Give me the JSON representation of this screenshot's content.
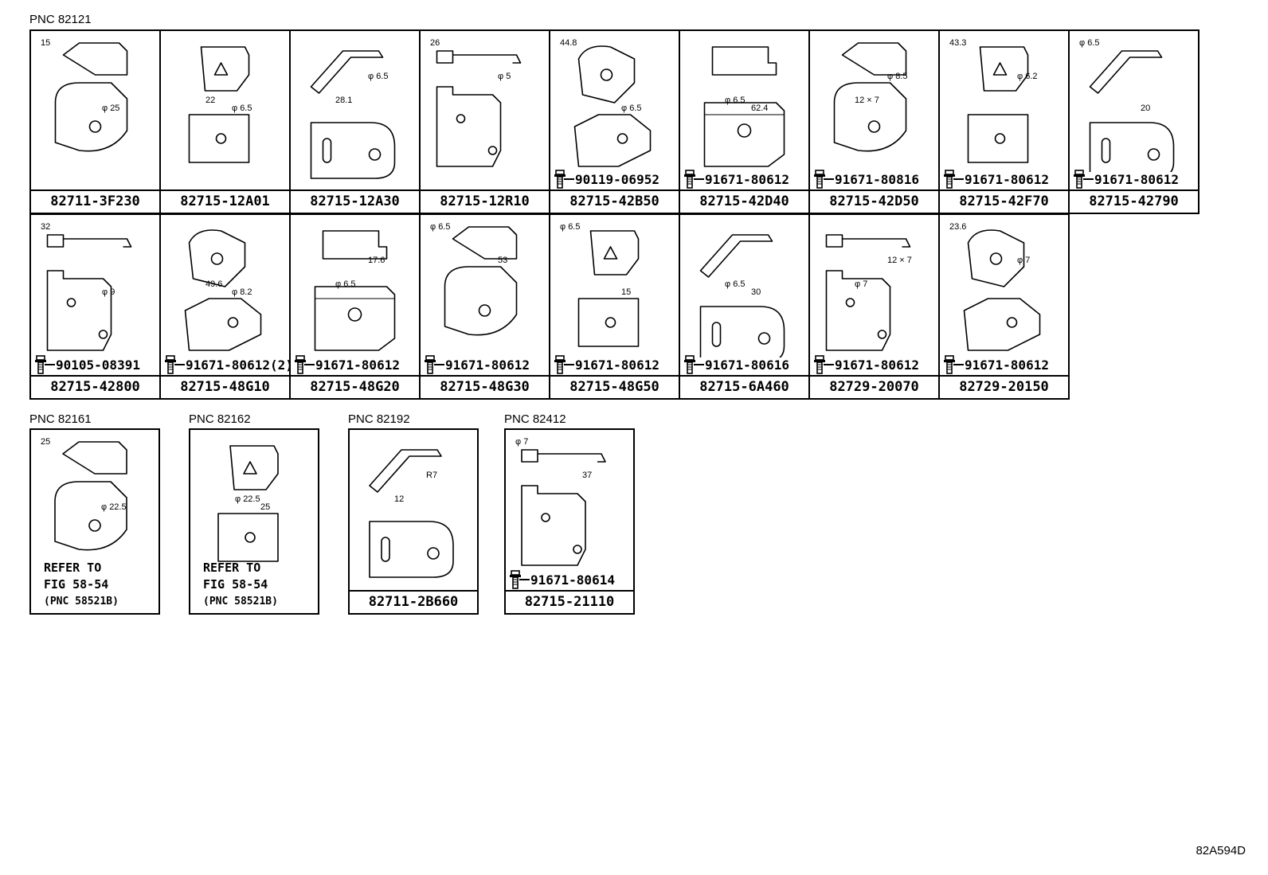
{
  "pnc_groups": {
    "g82121": "PNC 82121",
    "g82161": "PNC 82161",
    "g82162": "PNC 82162",
    "g82192": "PNC 82192",
    "g82412": "PNC 82412"
  },
  "row1": [
    {
      "part": "82711-3F230",
      "bolt": "",
      "dims": [
        "15",
        "φ 25"
      ]
    },
    {
      "part": "82715-12A01",
      "bolt": "",
      "dims": [
        "φ 6.5",
        "22"
      ]
    },
    {
      "part": "82715-12A30",
      "bolt": "",
      "dims": [
        "28.1",
        "φ 6.5"
      ]
    },
    {
      "part": "82715-12R10",
      "bolt": "",
      "dims": [
        "φ 5",
        "26"
      ]
    },
    {
      "part": "82715-42B50",
      "bolt": "90119-06952",
      "dims": [
        "44.8",
        "φ 6.5"
      ]
    },
    {
      "part": "82715-42D40",
      "bolt": "91671-80612",
      "dims": [
        "62.4",
        "φ 6.5"
      ]
    },
    {
      "part": "82715-42D50",
      "bolt": "91671-80816",
      "dims": [
        "12 × 7",
        "φ 8.5"
      ]
    },
    {
      "part": "82715-42F70",
      "bolt": "91671-80612",
      "dims": [
        "φ 6.2",
        "43.3"
      ]
    },
    {
      "part": "82715-42790",
      "bolt": "91671-80612",
      "dims": [
        "φ 6.5",
        "20"
      ]
    }
  ],
  "row2": [
    {
      "part": "82715-42800",
      "bolt": "90105-08391",
      "dims": [
        "32",
        "φ 9"
      ]
    },
    {
      "part": "82715-48G10",
      "bolt": "91671-80612(2)",
      "dims": [
        "φ 8.2",
        "49.6"
      ]
    },
    {
      "part": "82715-48G20",
      "bolt": "91671-80612",
      "dims": [
        "φ 6.5",
        "17.6"
      ]
    },
    {
      "part": "82715-48G30",
      "bolt": "91671-80612",
      "dims": [
        "53",
        "φ 6.5"
      ]
    },
    {
      "part": "82715-48G50",
      "bolt": "91671-80612",
      "dims": [
        "φ 6.5",
        "15"
      ]
    },
    {
      "part": "82715-6A460",
      "bolt": "91671-80616",
      "dims": [
        "30",
        "φ 6.5"
      ]
    },
    {
      "part": "82729-20070",
      "bolt": "91671-80612",
      "dims": [
        "φ 7",
        "12 × 7"
      ]
    },
    {
      "part": "82729-20150",
      "bolt": "91671-80612",
      "dims": [
        "φ 7",
        "23.6"
      ]
    }
  ],
  "row3": [
    {
      "refer1": "REFER TO",
      "refer2": "FIG 58-54",
      "refer3": "(PNC 58521B)",
      "dims": [
        "25",
        "φ 22.5"
      ]
    },
    {
      "refer1": "REFER TO",
      "refer2": "FIG 58-54",
      "refer3": "(PNC 58521B)",
      "dims": [
        "25",
        "φ 22.5"
      ]
    },
    {
      "part": "82711-2B660",
      "dims": [
        "12",
        "R7"
      ]
    },
    {
      "part": "82715-21110",
      "bolt": "91671-80614",
      "dims": [
        "37",
        "φ 7"
      ]
    }
  ],
  "diagram_code": "82A594D"
}
